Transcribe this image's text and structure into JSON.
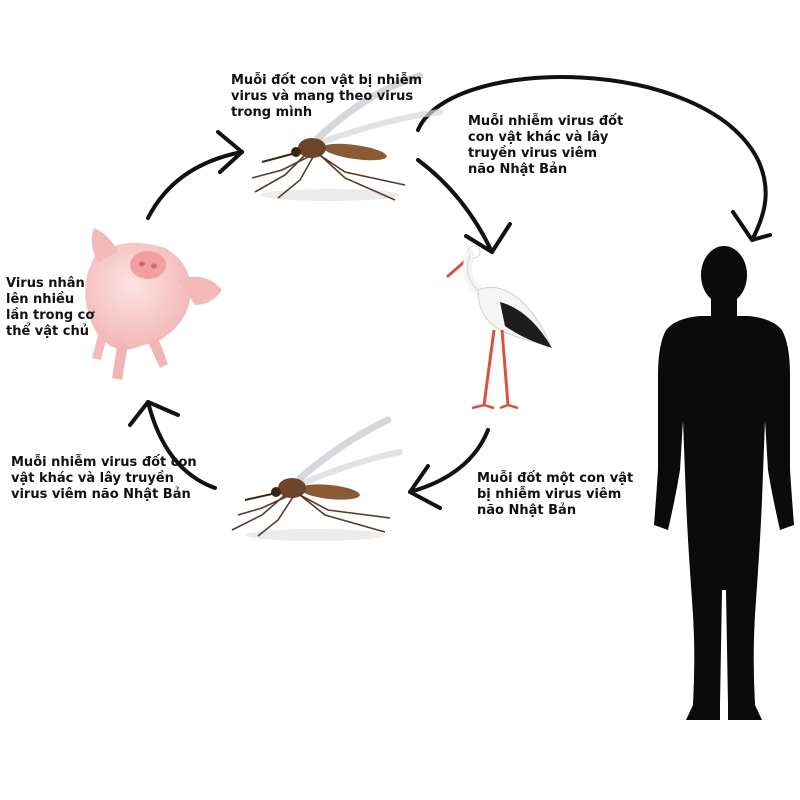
{
  "labels": {
    "mosquito_carries": "Muỗi đốt con vật bị nhiễm virus và mang theo virus trong mình",
    "mosquito_infects_stork": "Muỗi nhiễm virus đốt con vật khác và lây truyền virus viêm não Nhật Bản",
    "virus_multiplies": "Virus nhân lên nhiều lần trong cơ thể vật chủ",
    "mosquito_infects_other": "Muỗi nhiễm virus đốt con vật khác và lây truyền virus viêm não Nhật Bản",
    "mosquito_bites_infected": "Muỗi đốt một con vật bị nhiễm virus viêm não Nhật Bản"
  },
  "colors": {
    "arrow": "#111111",
    "silhouette": "#0b0b0b",
    "pig": "#f6c6c4",
    "stork_wing": "#1c1c1c",
    "stork_beak": "#d9533c",
    "mosquito_body": "#8a5a35"
  }
}
